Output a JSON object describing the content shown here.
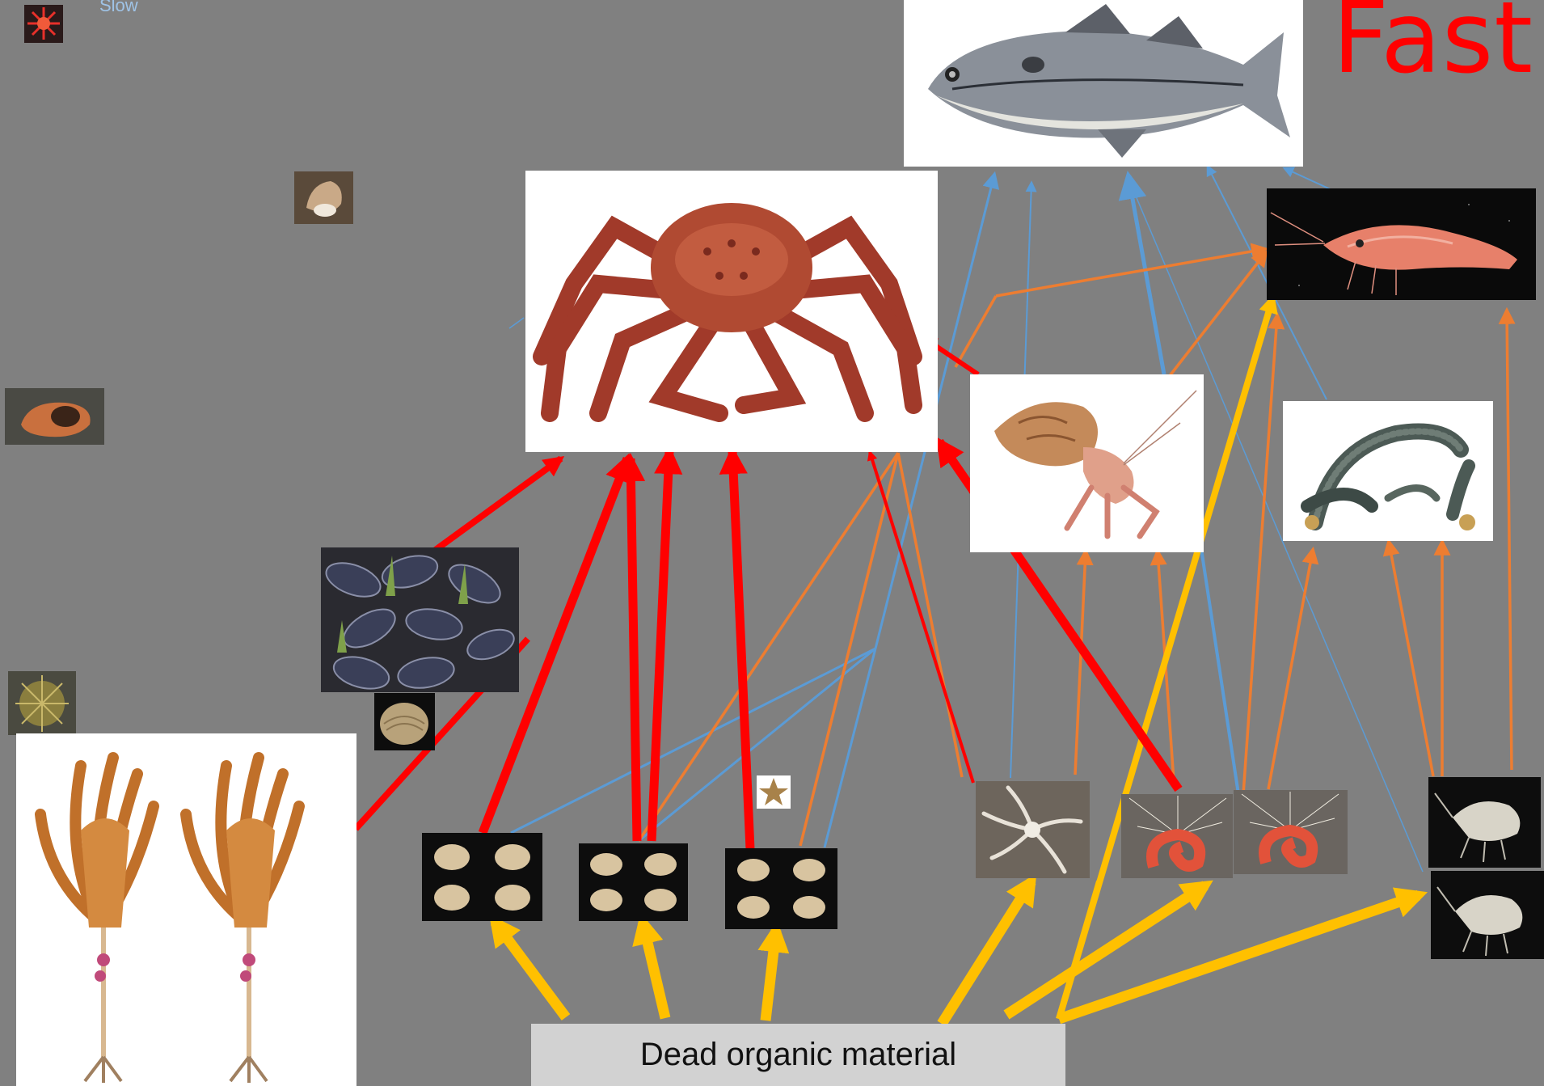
{
  "labels": {
    "slow": "Slow",
    "fast": "Fast",
    "dead_organic_material": "Dead organic material"
  },
  "colors": {
    "background": "#808080",
    "strong_predation": "#ff0000",
    "moderate": "#ed7d31",
    "weak": "#5b9bd5",
    "detritus": "#ffc000",
    "fast_label": "#ff0000",
    "slow_label": "#9fc3e6"
  },
  "organisms": [
    {
      "id": "haddock",
      "icon": "fish-icon"
    },
    {
      "id": "king-crab",
      "icon": "crab-icon"
    },
    {
      "id": "shrimp",
      "icon": "shrimp-icon"
    },
    {
      "id": "hermit-crab",
      "icon": "hermit-crab-icon"
    },
    {
      "id": "polychaete-worms",
      "icon": "worm-icon"
    },
    {
      "id": "mussel-bed",
      "icon": "mussel-icon"
    },
    {
      "id": "clam-single",
      "icon": "clam-icon"
    },
    {
      "id": "sea-urchin",
      "icon": "urchin-icon"
    },
    {
      "id": "hydroid-colony",
      "icon": "hydroid-icon"
    },
    {
      "id": "bivalves-a",
      "icon": "bivalve-icon"
    },
    {
      "id": "bivalves-b",
      "icon": "bivalve-icon"
    },
    {
      "id": "bivalves-c",
      "icon": "bivalve-icon"
    },
    {
      "id": "small-starfish",
      "icon": "starfish-icon"
    },
    {
      "id": "brittle-star",
      "icon": "brittle-star-icon"
    },
    {
      "id": "tube-worm-a",
      "icon": "tube-worm-icon"
    },
    {
      "id": "tube-worm-b",
      "icon": "tube-worm-icon"
    },
    {
      "id": "amphipod-a",
      "icon": "amphipod-icon"
    },
    {
      "id": "amphipod-b",
      "icon": "amphipod-icon"
    },
    {
      "id": "sun-star",
      "icon": "sun-star-icon"
    },
    {
      "id": "whelk",
      "icon": "whelk-icon"
    },
    {
      "id": "sponge",
      "icon": "sponge-icon"
    }
  ]
}
